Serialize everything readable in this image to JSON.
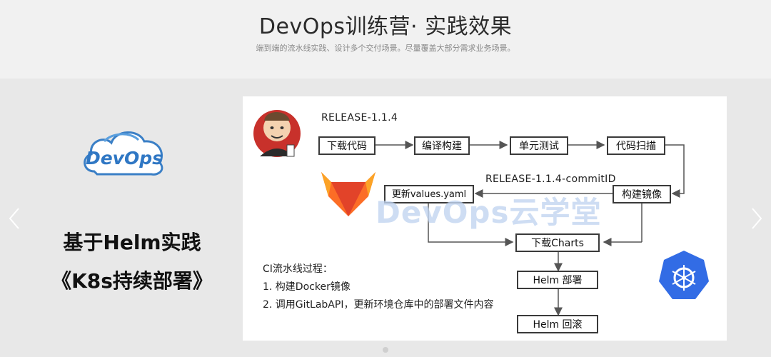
{
  "header": {
    "title": "DevOps训练营· 实践效果",
    "subtitle": "端到端的流水线实践、设计多个交付场景。尽量覆盖大部分需求业务场景。"
  },
  "slide": {
    "logo_text": "DevOps",
    "caption_line1": "基于Helm实践",
    "caption_line2": "《K8s持续部署》"
  },
  "nav": {
    "prev_icon": "chevron-left-icon",
    "next_icon": "chevron-right-icon"
  },
  "diagram": {
    "release_label": "RELEASE-1.1.4",
    "release_commit_label": "RELEASE-1.1.4-commitID",
    "stages": {
      "download_code": "下载代码",
      "compile_build": "编译构建",
      "unit_test": "单元测试",
      "code_scan": "代码扫描",
      "build_image": "构建镜像",
      "update_values": "更新values.yaml",
      "download_charts": "下载Charts",
      "helm_deploy": "Helm 部署",
      "helm_rollback": "Helm 回滚"
    },
    "notes": {
      "title": "CI流水线过程：",
      "item1": "1. 构建Docker镜像",
      "item2": "2. 调用GitLabAPI，更新环境仓库中的部署文件内容"
    },
    "watermark": "DevOps云学堂",
    "icons": [
      "jenkins-icon",
      "gitlab-icon",
      "kubernetes-icon"
    ],
    "colors": {
      "box_border": "#3a3a3a",
      "arrow": "#555555",
      "gitlab": "#e24329",
      "kubernetes": "#326ce5",
      "jenkins_red": "#c0392b"
    }
  }
}
